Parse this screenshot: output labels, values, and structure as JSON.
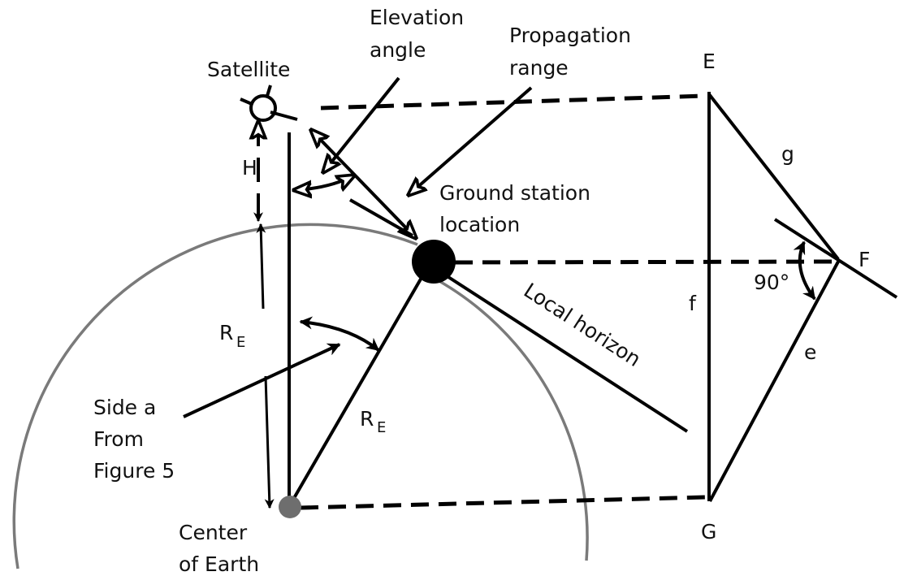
{
  "diagram": {
    "colors": {
      "line": "#000000",
      "earth_outline": "#7a7a7a",
      "center_dot": "#6e6e6e",
      "ground_station": "#000000",
      "background": "#ffffff"
    },
    "labels": {
      "satellite": "Satellite",
      "elevation_angle_line1": "Elevation",
      "elevation_angle_line2": "angle",
      "propagation_range_line1": "Propagation",
      "propagation_range_line2": "range",
      "ground_station_line1": "Ground station",
      "ground_station_line2": "location",
      "altitude": "H",
      "earth_radius_left": "R",
      "earth_radius_left_sub": "E",
      "earth_radius_mid": "R",
      "earth_radius_mid_sub": "E",
      "side_a_line1": "Side a",
      "side_a_line2": "From",
      "side_a_line3": "Figure 5",
      "center_line1": "Center",
      "center_line2": "of Earth",
      "local_horizon": "Local horizon",
      "vertex_e": "E",
      "vertex_f": "F",
      "vertex_g": "G",
      "side_g": "g",
      "side_f": "f",
      "side_e": "e",
      "right_angle": "90°"
    }
  }
}
